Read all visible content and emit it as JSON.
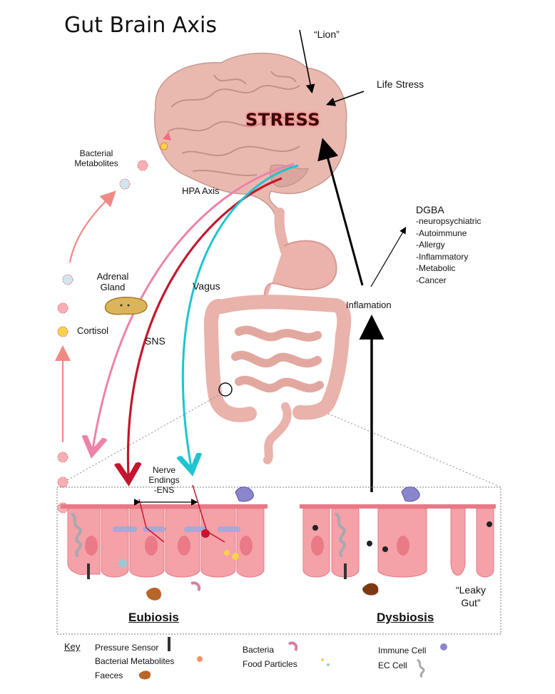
{
  "title": "Gut Brain Axis",
  "brain": {
    "stress_label": "STRESS",
    "lion_label": "“Lion”",
    "life_stress_label": "Life Stress"
  },
  "left_side": {
    "bacterial_metabolites_line1": "Bacterial",
    "bacterial_metabolites_line2": "Metabolites",
    "hpa_axis": "HPA Axis",
    "adrenal_line1": "Adrenal",
    "adrenal_line2": "Gland",
    "cortisol": "Cortisol",
    "vagus": "Vagus",
    "sns": "SNS"
  },
  "right_side": {
    "dgba_title": "DGBA",
    "dgba_items": [
      "-neuropsychiatric",
      "-Autoimmune",
      "-Allergy",
      "-Inflammatory",
      "-Metabolic",
      "-Cancer"
    ],
    "inflammation": "Inflamation"
  },
  "panel": {
    "nerve_line1": "Nerve",
    "nerve_line2": "Endings",
    "nerve_line3": "-ENS",
    "eubiosis": "Eubiosis",
    "dysbiosis": "Dysbiosis",
    "leaky_line1": "“Leaky",
    "leaky_line2": "Gut”"
  },
  "key": {
    "title": "Key",
    "pressure_sensor": "Pressure Sensor",
    "bacterial_metabolites": "Bacterial Metabolites",
    "faeces": "Faeces",
    "bacteria": "Bacteria",
    "food_particles": "Food Particles",
    "immune_cell": "Immune Cell",
    "ec_cell": "EC Cell"
  },
  "colors": {
    "pink_arrow": "#ee82a8",
    "red_arrow": "#c4162e",
    "cyan_arrow": "#1ec4cf",
    "salmon_arrow": "#f08a85",
    "tissue": "#f4a1a8",
    "tissue_dark": "#e77a86",
    "gut": "#e9b2aa",
    "brain": "#e9b9b0"
  }
}
